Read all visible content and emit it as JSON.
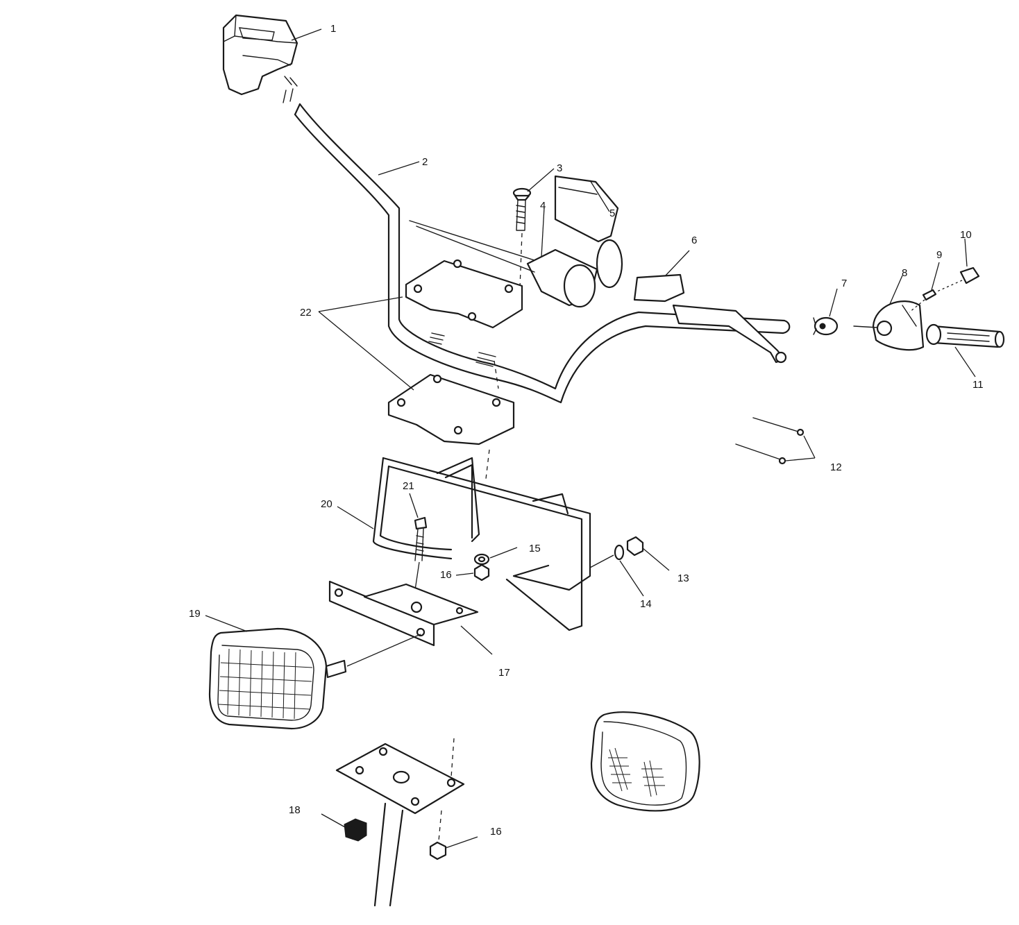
{
  "callouts": {
    "c1": "1",
    "c2": "2",
    "c3": "3",
    "c4": "4",
    "c5": "5",
    "c6": "6",
    "c7": "7",
    "c8": "8",
    "c9": "9",
    "c10": "10",
    "c11": "11",
    "c12": "12",
    "c13": "13",
    "c14": "14",
    "c15": "15",
    "c16a": "16",
    "c16b": "16",
    "c17": "17",
    "c18": "18",
    "c19": "19",
    "c20": "20",
    "c21": "21",
    "c22": "22"
  }
}
